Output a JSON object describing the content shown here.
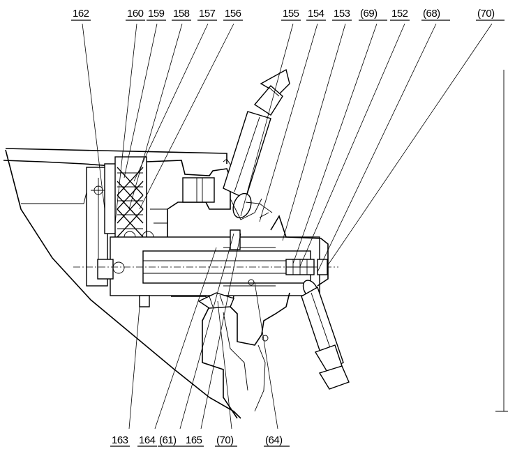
{
  "figure": {
    "labels_top": [
      "162",
      "160",
      "159",
      "158",
      "157",
      "156",
      "155",
      "154",
      "153",
      "(69)",
      "152",
      "(68)",
      "(70)"
    ],
    "labels_bottom": [
      "163",
      "164",
      "(61)",
      "165",
      "(70)",
      "(64)"
    ]
  }
}
